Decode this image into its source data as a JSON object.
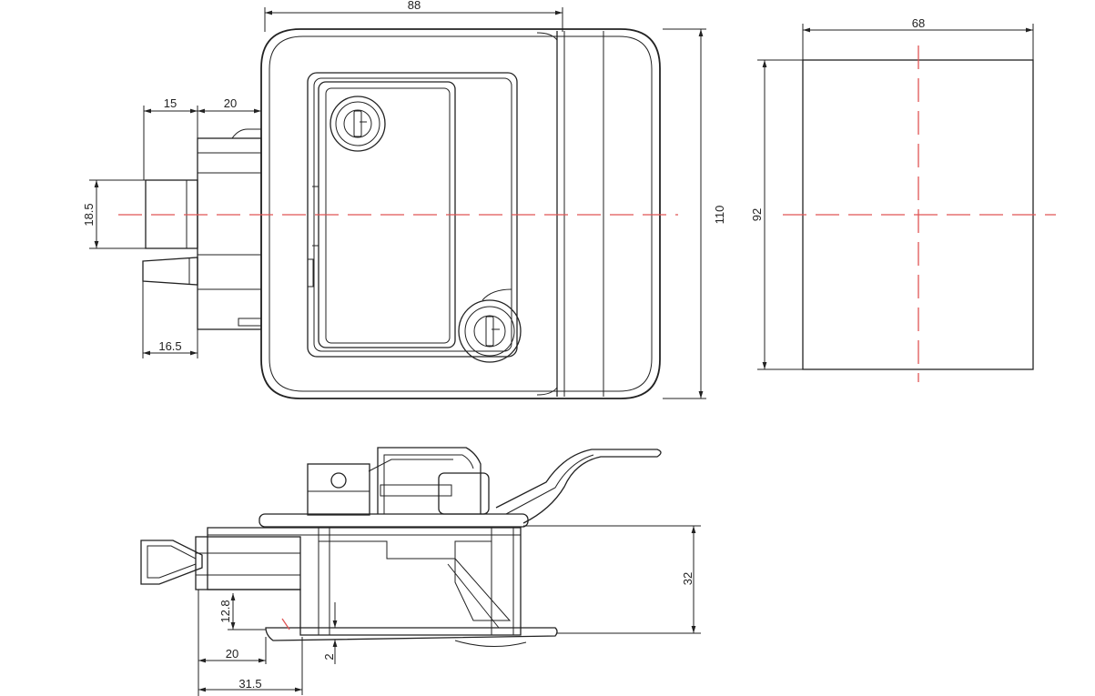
{
  "drawing": {
    "front_view": {
      "dimensions": {
        "overall_width": "88",
        "overall_height": "110",
        "bolt_length": "15",
        "housing_depth": "20",
        "bolt_height": "18.5",
        "latch_length": "16.5"
      }
    },
    "cutout_view": {
      "dimensions": {
        "width": "68",
        "height": "92"
      }
    },
    "side_view": {
      "dimensions": {
        "body_depth": "32",
        "offset_height": "12.8",
        "offset_width": "20",
        "overall_offset": "31.5",
        "flange_thickness": "2"
      }
    }
  }
}
